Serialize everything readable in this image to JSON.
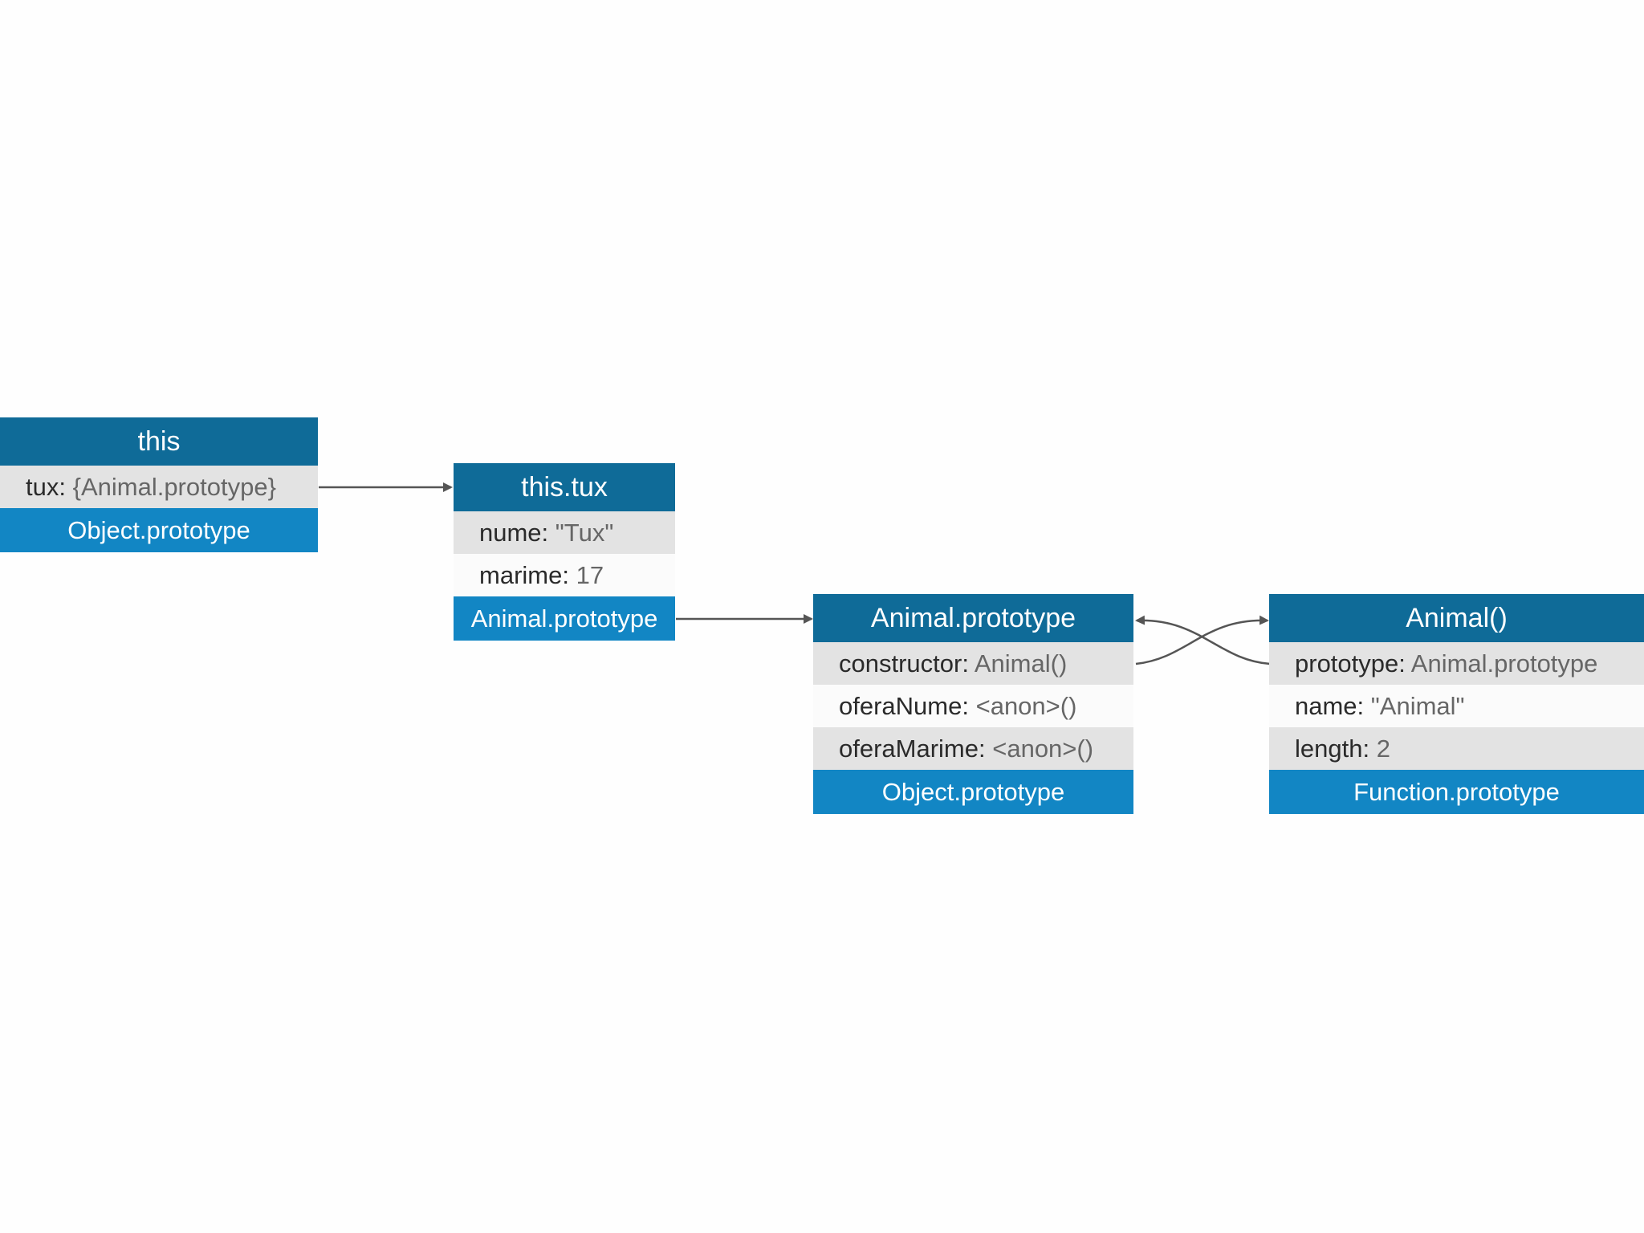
{
  "nodes": {
    "this": {
      "title": "this",
      "props": [
        {
          "key": "tux:",
          "value": "{Animal.prototype}"
        }
      ],
      "proto": "Object.prototype"
    },
    "tux": {
      "title": "this.tux",
      "props": [
        {
          "key": "nume:",
          "value": "\"Tux\""
        },
        {
          "key": "marime:",
          "value": "17"
        }
      ],
      "proto": "Animal.prototype"
    },
    "animal_prototype": {
      "title": "Animal.prototype",
      "props": [
        {
          "key": "constructor:",
          "value": "Animal()"
        },
        {
          "key": "oferaNume:",
          "value": "<anon>()"
        },
        {
          "key": "oferaMarime:",
          "value": "<anon>()"
        }
      ],
      "proto": "Object.prototype"
    },
    "animal_fn": {
      "title": "Animal()",
      "props": [
        {
          "key": "prototype:",
          "value": "Animal.prototype"
        },
        {
          "key": "name:",
          "value": "\"Animal\""
        },
        {
          "key": "length:",
          "value": "2"
        }
      ],
      "proto": "Function.prototype"
    }
  },
  "colors": {
    "header": "#0f6b98",
    "proto_bar": "#1286c4",
    "row_shade": "#e3e3e3",
    "edge": "#555555"
  }
}
